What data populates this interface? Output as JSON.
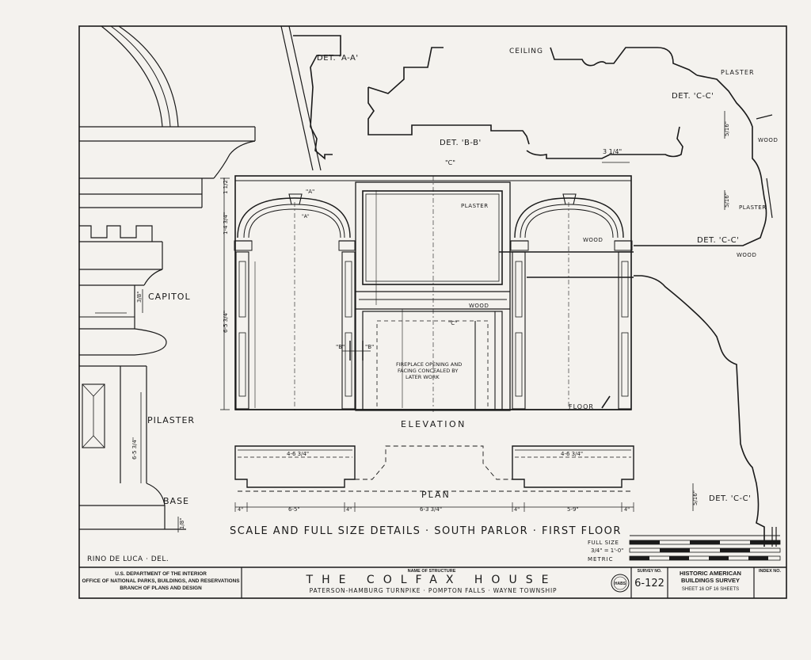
{
  "details": {
    "det_aa": "DET. 'A-A'",
    "det_bb": "DET. 'B-B'",
    "det_cc": "DET. 'C-C'",
    "det_cc_mid": "DET. 'C-C'",
    "det_cc_low": "DET. 'C-C'",
    "ceiling": "CEILING",
    "plaster": "PLASTER",
    "plaster_right": "PLASTER",
    "plaster_panel": "PLASTER",
    "wood_right": "WOOD",
    "wood_under": "WOOD",
    "wood_arch": "WOOD",
    "wood_mantel": "WOOD",
    "dim_314": "3 1/4\"",
    "dim_516a": "5/16\"",
    "dim_516b": "5/16\"",
    "dim_516c": "5/16\""
  },
  "column": {
    "capitol": "CAPITOL",
    "pilaster": "PILASTER",
    "base": "BASE",
    "dim_pilaster": "6-5 3/4\"",
    "dim_cap": "3/8\"",
    "dim_base": "1/8\""
  },
  "elevation": {
    "title": "ELEVATION",
    "mark_a": "\"A\"",
    "mark_a2": "\"A\"",
    "mark_b": "\"B\"",
    "mark_b2": "\"B\"",
    "mark_c_top": "\"C\"",
    "mark_c_mid": "\"C\"",
    "fireplace_note_1": "FIREPLACE OPENING AND",
    "fireplace_note_2": "FACING CONCEALED BY",
    "fireplace_note_3": "LATER WORK",
    "floor": "FLOOR",
    "dim_total_height": "6-5 3/4\"",
    "dim_top": "1 1/2\"",
    "dim_arch": "1-4 3/4\""
  },
  "plan": {
    "title": "PLAN",
    "dim_left_top": "4-6 3/4\"",
    "dim_right_top": "4-6 3/4\"",
    "dim_seg1": "6-5\"",
    "dim_seg2": "6-3 3/4\"",
    "dim_seg3": "5-9\"",
    "dim_small1": "4\"",
    "dim_small2": "4\"",
    "dim_small3": "4\"",
    "dim_small4": "4\""
  },
  "caption": "SCALE AND FULL SIZE DETAILS · SOUTH PARLOR · FIRST FLOOR",
  "scales": {
    "full_size": "FULL SIZE",
    "imperial": "3/4\" = 1'-0\"",
    "metric": "METRIC"
  },
  "delineator": "RINO DE LUCA · DEL.",
  "title_block": {
    "agency_1": "U.S. DEPARTMENT OF THE INTERIOR",
    "agency_2": "OFFICE OF NATIONAL PARKS, BUILDINGS, AND RESERVATIONS",
    "agency_3": "BRANCH OF PLANS AND DESIGN",
    "name_label": "NAME OF STRUCTURE",
    "structure_name": "THE COLFAX HOUSE",
    "location": "PATERSON-HAMBURG TURNPIKE · POMPTON FALLS · WAYNE TOWNSHIP",
    "survey_label": "SURVEY NO.",
    "survey_number": "6-122",
    "habs_1": "HISTORIC AMERICAN",
    "habs_2": "BUILDINGS SURVEY",
    "sheet_info": "SHEET 16 OF 16 SHEETS",
    "index_label": "INDEX NO.",
    "seal": "HABS"
  }
}
